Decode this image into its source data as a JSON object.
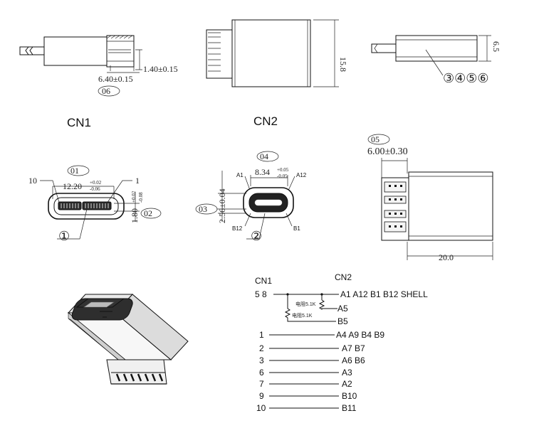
{
  "colors": {
    "line": "#111111",
    "fill_dark": "#333333",
    "fill_light": "#f2f2f2"
  },
  "top_views": {
    "left_dim_a": "1.40±0.15",
    "left_dim_b": "6.40±0.15",
    "left_callout": "06",
    "mid_height": "15.8",
    "right_height": "6.5",
    "right_callouts": "③④⑤⑥"
  },
  "cn1": {
    "title": "CN1",
    "callout_01": "01",
    "width_dim": "12.20",
    "width_tol_plus": "+0.02",
    "width_tol_minus": "-0.06",
    "height_dim": "1.80",
    "height_tol_plus": "+0.02",
    "height_tol_minus": "-0.08",
    "pin_left": "10",
    "pin_right": "1",
    "callout_02": "02",
    "callout_1": "①"
  },
  "cn2": {
    "title": "CN2",
    "callout_04": "04",
    "width_dim": "8.34",
    "width_tol_plus": "+0.05",
    "width_tol_minus": "-0.05",
    "height_dim": "2.56±0.04",
    "callout_03": "03",
    "label_a1": "A1",
    "label_a12": "A12",
    "label_b12": "B12",
    "label_b1": "B1",
    "callout_2": "②"
  },
  "side_view": {
    "callout_05": "05",
    "dim_top": "6.00±0.30",
    "dim_bottom": "20.0"
  },
  "wiring": {
    "header_left": "CN1",
    "header_right": "CN2",
    "resistor_label": "电阻5.1K",
    "rows": [
      {
        "left": "5 8",
        "right": "A1 A12 B1 B12 SHELL"
      },
      {
        "left": "",
        "right": "A5"
      },
      {
        "left": "",
        "right": "B5"
      },
      {
        "left": "1",
        "right": "A4 A9 B4 B9"
      },
      {
        "left": "2",
        "right": "A7 B7"
      },
      {
        "left": "3",
        "right": "A6 B6"
      },
      {
        "left": "6",
        "right": "A3"
      },
      {
        "left": "7",
        "right": "A2"
      },
      {
        "left": "9",
        "right": "B10"
      },
      {
        "left": "10",
        "right": "B11"
      }
    ]
  }
}
